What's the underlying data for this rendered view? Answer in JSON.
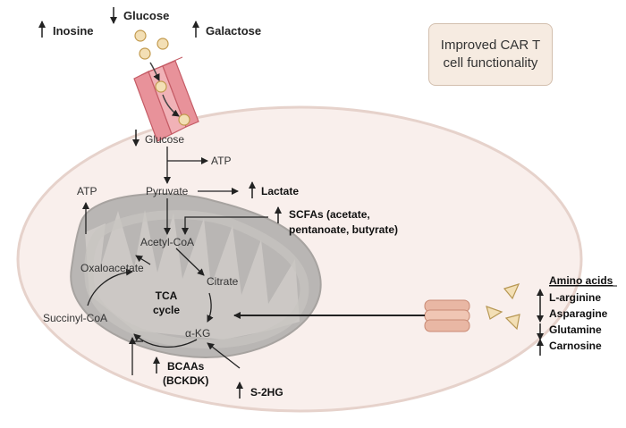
{
  "top": {
    "inosine": {
      "label": "Inosine",
      "direction": "up"
    },
    "glucose": {
      "label": "Glucose",
      "direction": "down"
    },
    "galactose": {
      "label": "Galactose",
      "direction": "up"
    }
  },
  "callout": {
    "text": "Improved CAR T cell functionality"
  },
  "cell": {
    "glucose": {
      "label": "Glucose",
      "direction": "down"
    },
    "atp_glycolysis": "ATP",
    "pyruvate": "Pyruvate",
    "lactate": {
      "label": "Lactate",
      "direction": "up"
    },
    "atp_mito": "ATP",
    "scfas": {
      "line1": "SCFAs (acetate,",
      "line2": "pentanoate, butyrate)",
      "direction": "up"
    },
    "acetyl_coa": "Acetyl-CoA",
    "oxaloacetate": "Oxaloacetate",
    "citrate": "Citrate",
    "tca": {
      "line1": "TCA",
      "line2": "cycle"
    },
    "succinyl_coa": "Succinyl-CoA",
    "akg": "α-KG",
    "bcaas": {
      "line1": "BCAAs",
      "line2": "(BCKDK)",
      "direction": "up"
    },
    "s2hg": {
      "label": "S-2HG",
      "direction": "up"
    }
  },
  "amino_acids": {
    "title": "Amino acids",
    "items": [
      {
        "label": "L-arginine",
        "direction": "up"
      },
      {
        "label": "Asparagine",
        "direction": "down"
      },
      {
        "label": "Glutamine",
        "direction": "down"
      },
      {
        "label": "Carnosine",
        "direction": "up"
      }
    ]
  }
}
